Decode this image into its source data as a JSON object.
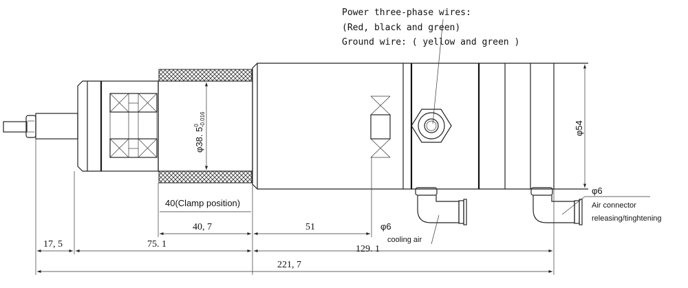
{
  "notes": {
    "line1": "Power  three-phase wires:",
    "line2": "(Red, black and green)",
    "line3": "Ground wire: ( yellow and green )"
  },
  "dimensions": {
    "clamp_diameter": "φ38. 5",
    "clamp_tol_upper": "0",
    "clamp_tol_lower": "-0.016",
    "body_diameter": "φ54",
    "clamp_position": "40(Clamp position)",
    "d_40_7": "40, 7",
    "d_51": "51",
    "d_17_5": "17, 5",
    "d_75_1": "75. 1",
    "d_129_1": "129. 1",
    "d_221_7": "221, 7"
  },
  "callouts": {
    "cooling_dia": "φ6",
    "cooling_label": "cooling air",
    "air_dia": "φ6",
    "air_label1": "Air connector",
    "air_label2": "releasing/tinghtening"
  }
}
